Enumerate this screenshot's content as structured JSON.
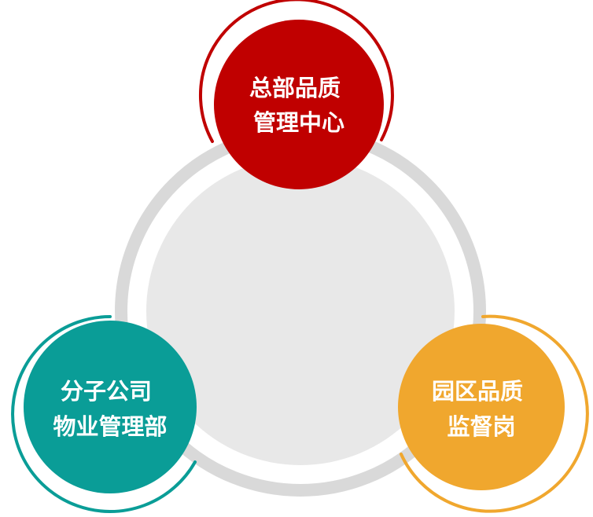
{
  "nodes": [
    {
      "id": "headquarters",
      "lines": [
        "总部品质",
        "管理中心"
      ],
      "color": "#c00000"
    },
    {
      "id": "subsidiary",
      "lines": [
        "分子公司",
        "物业管理部"
      ],
      "color": "#0a9d97"
    },
    {
      "id": "park",
      "lines": [
        "园区品质",
        "监督岗"
      ],
      "color": "#f0a72e"
    }
  ],
  "colors": {
    "ring": "#d9d9d9",
    "center": "#e8e8e8"
  }
}
